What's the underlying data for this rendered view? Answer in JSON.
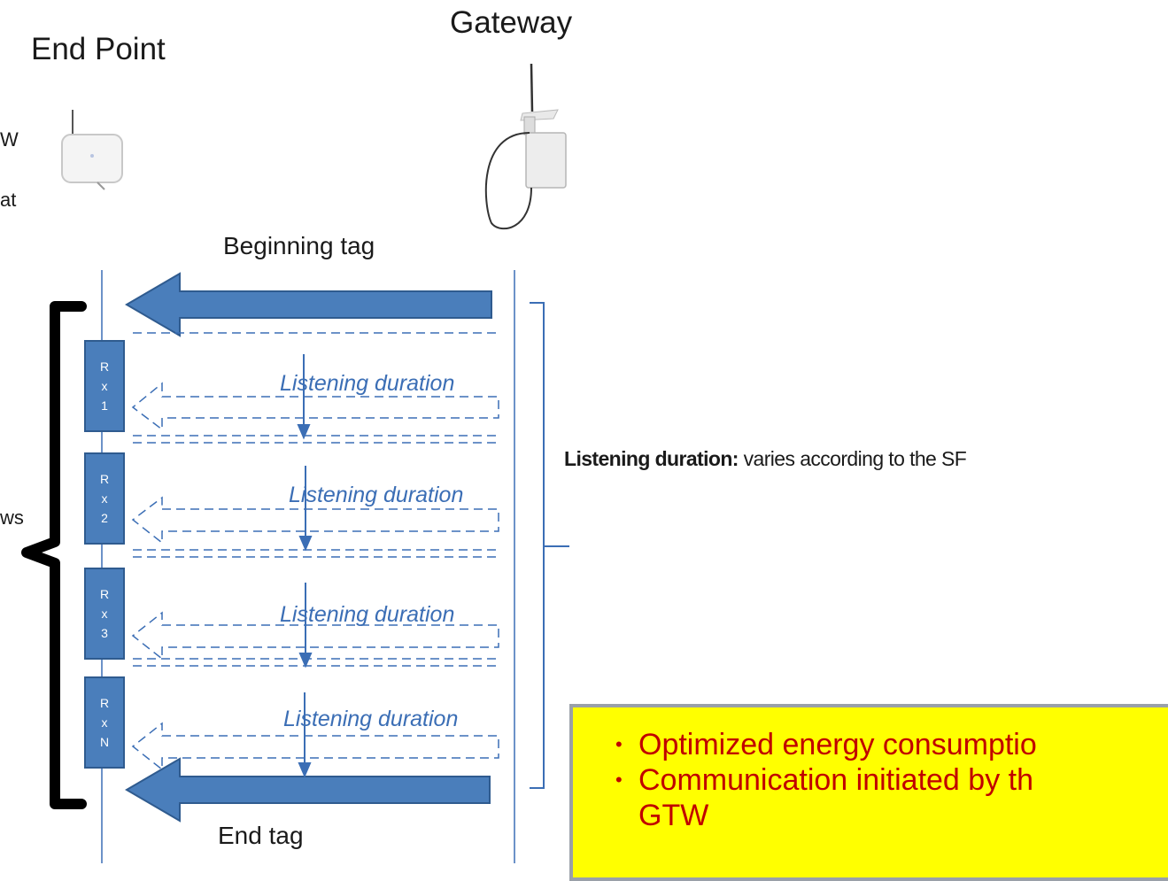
{
  "gateway_title": "Gateway",
  "endpoint_title": "End Point",
  "left_clipped_1": "W",
  "left_clipped_2": "at",
  "left_clipped_3": "ws",
  "beginning_tag": "Beginning tag",
  "end_tag": "End tag",
  "rx_windows": [
    {
      "label": [
        "R",
        "x",
        "1"
      ],
      "listen_label": "Listening duration"
    },
    {
      "label": [
        "R",
        "x",
        "2"
      ],
      "listen_label": "Listening duration"
    },
    {
      "label": [
        "R",
        "x",
        "3"
      ],
      "listen_label": "Listening duration"
    },
    {
      "label": [
        "R",
        "x",
        "N"
      ],
      "listen_label": "Listening duration"
    }
  ],
  "note": {
    "bold": "Listening duration:",
    "text": " varies according to the SF"
  },
  "summary_box": {
    "bullets": [
      "Optimized energy consumptio",
      "Communication initiated by th"
    ],
    "continuation": "GTW"
  },
  "colors": {
    "arrow": "#4a7ebb",
    "line": "#3b6eb5",
    "box_fill": "#ffff00",
    "box_text": "#c00000"
  }
}
